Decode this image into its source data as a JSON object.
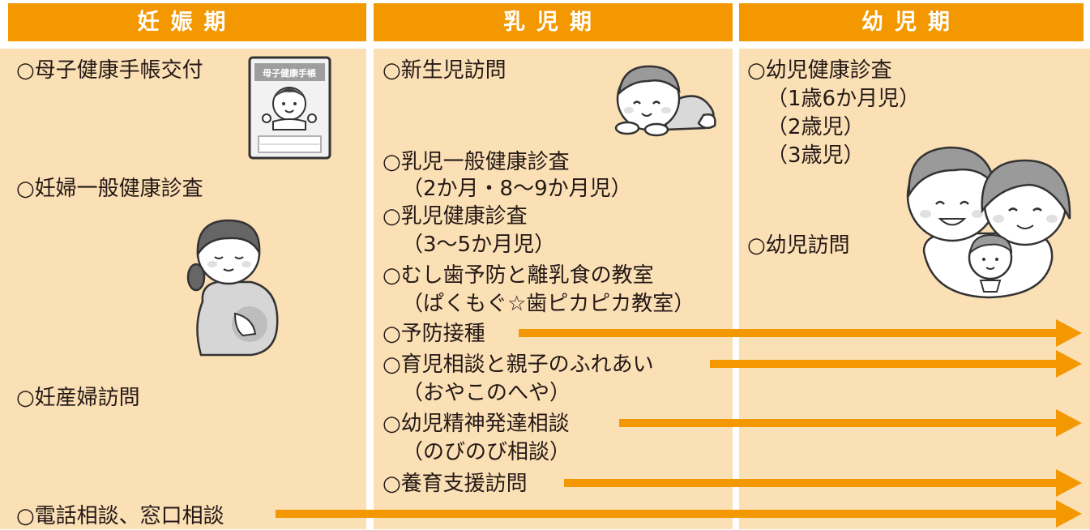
{
  "headers": {
    "pregnancy": "妊娠期",
    "infant": "乳児期",
    "toddler": "幼児期"
  },
  "pregnancy_items": {
    "handbook": "○母子健康手帳交付",
    "handbook_cover": "母子健康手帳",
    "expectant_checkup": "○妊婦一般健康診査",
    "home_visit": "○妊産婦訪問",
    "phone_counter": "○電話相談、窓口相談"
  },
  "infant_items": {
    "newborn_visit": "○新生児訪問",
    "infant_general_checkup": "○乳児一般健康診査",
    "infant_general_checkup_ages": "（2か月・8～9か月児）",
    "infant_checkup": "○乳児健康診査",
    "infant_checkup_ages": "（3～5か月児）",
    "dental_class": "○むし歯予防と離乳食の教室",
    "dental_class_name": "（ぱくもぐ☆歯ピカピカ教室）",
    "vaccination": "○予防接種",
    "parenting_consult": "○育児相談と親子のふれあい",
    "parenting_consult_name": "（おやこのへや）",
    "development_consult": "○幼児精神発達相談",
    "development_consult_name": "（のびのび相談）",
    "support_visit": "○養育支援訪問"
  },
  "toddler_items": {
    "toddler_checkup": "○幼児健康診査",
    "age_18m": "（1歳6か月児）",
    "age_2y": "（2歳児）",
    "age_3y": "（3歳児）",
    "toddler_visit": "○幼児訪問"
  },
  "colors": {
    "header": "#f39800",
    "column": "#fbe0b6",
    "arrow": "#f39800"
  },
  "icons": [
    "handbook-icon",
    "baby-icon",
    "pregnant-woman-icon",
    "family-icon"
  ]
}
